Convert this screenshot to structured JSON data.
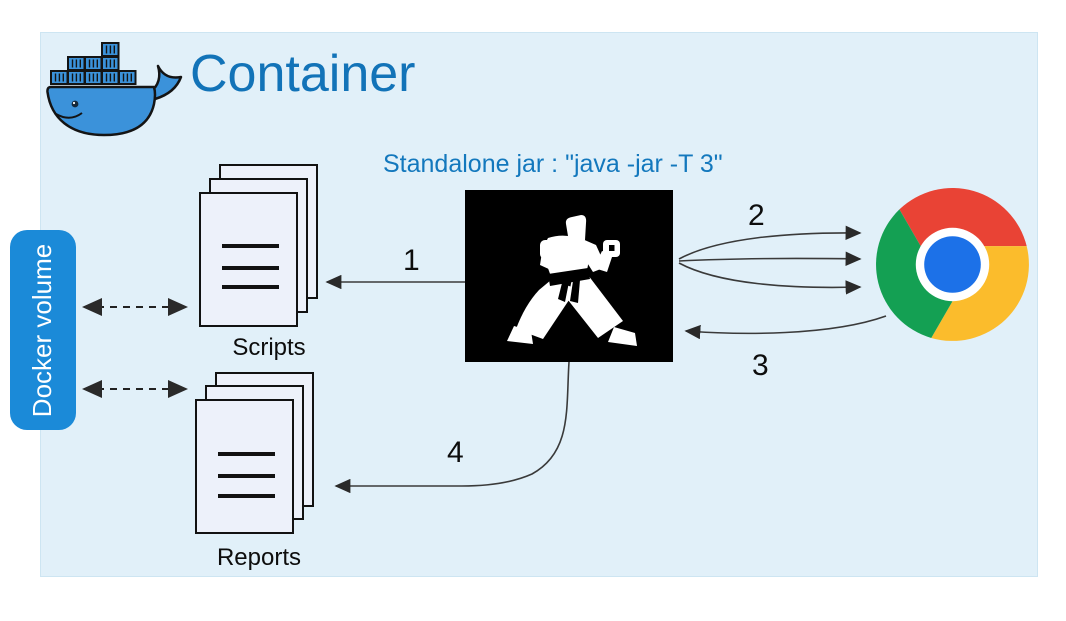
{
  "header": {
    "title": "Container"
  },
  "volume": {
    "label": "Docker volume",
    "fill_color": "#1b8ad8",
    "text_color": "#ffffff"
  },
  "karate": {
    "caption": "Standalone jar : \"java -jar -T 3\"",
    "caption_color": "#1378bd",
    "box_color": "#000000"
  },
  "scripts": {
    "label": "Scripts"
  },
  "reports": {
    "label": "Reports"
  },
  "steps": {
    "s1": "1",
    "s2": "2",
    "s3": "3",
    "s4": "4"
  },
  "colors": {
    "panel_bg": "#e1f0f9",
    "title_blue": "#1273b8",
    "docker_blue": "#3b92da",
    "page_fill": "#edf1fa",
    "arrow": "#3a3a3a",
    "chrome_red": "#e94335",
    "chrome_yellow": "#fbbc2c",
    "chrome_green": "#14a053",
    "chrome_blue": "#1c71e8"
  },
  "icons": {
    "docker": "docker-whale-icon",
    "karate": "karate-figure-icon",
    "chrome": "chrome-browser-icon",
    "scripts": "document-stack-icon",
    "reports": "document-stack-icon"
  }
}
